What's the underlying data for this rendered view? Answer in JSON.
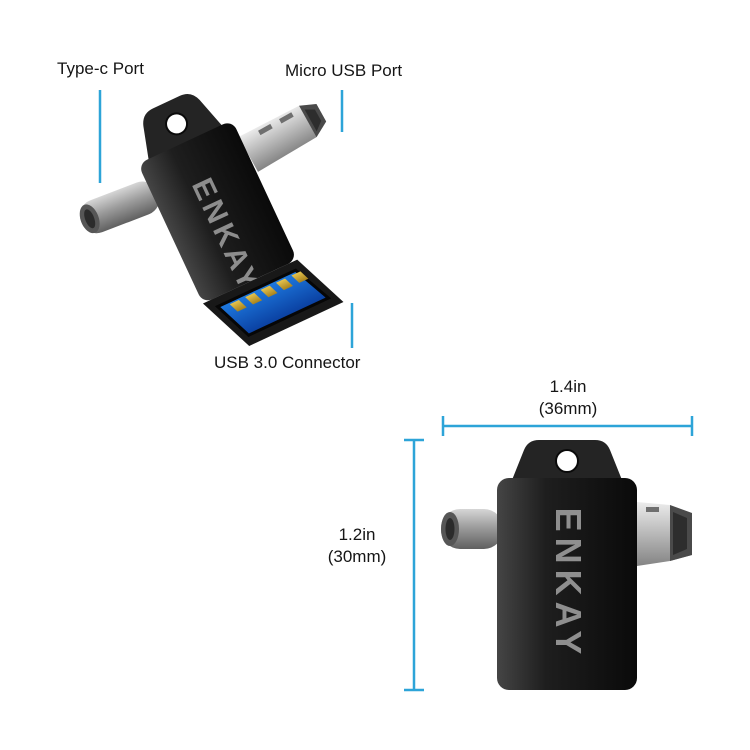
{
  "product": {
    "brand": "ENKAY"
  },
  "callouts": {
    "type_c": "Type-c Port",
    "micro_usb": "Micro USB Port",
    "usb3": "USB 3.0 Connector"
  },
  "dimensions": {
    "width_in": "1.4in",
    "width_mm": "(36mm)",
    "height_in": "1.2in",
    "height_mm": "(30mm)"
  },
  "colors": {
    "annotation_blue": "#2da4d8",
    "usb_port_blue": "#1565c0",
    "pin_gold": "#c9a227",
    "device_black": "#141414",
    "brand_gray": "#8f8f8f"
  }
}
